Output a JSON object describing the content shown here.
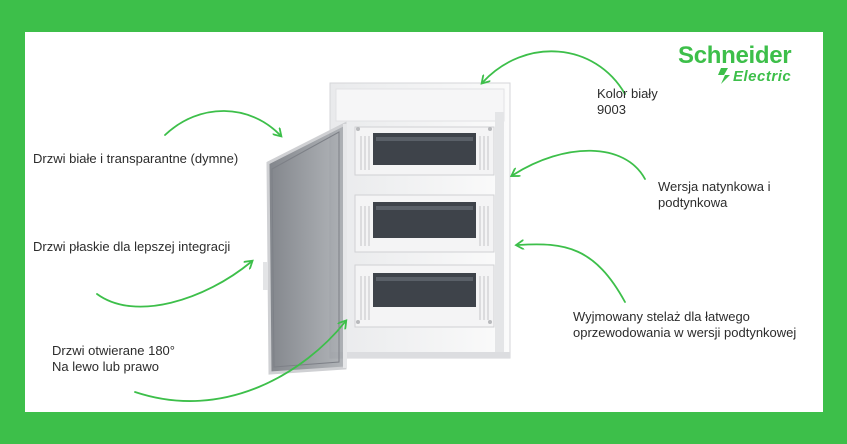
{
  "brand": {
    "name": "Schneider",
    "sub": "Electric",
    "color": "#3dbf4a"
  },
  "colors": {
    "frame": "#3dbf4a",
    "arrow": "#3dbf4a",
    "door_tint": "#8a8d93"
  },
  "labels": {
    "color": [
      "Kolor biały",
      "9003"
    ],
    "doors_types": [
      "Drzwi białe i transparantne (dymne)"
    ],
    "doors_flat": [
      "Drzwi płaskie dla lepszej integracji"
    ],
    "mounting": [
      "Wersja natynkowa i",
      "podtynkowa"
    ],
    "frame": [
      "Wyjmowany stelaż dla łatwego",
      "oprzewodowania w wersji podtynkowej"
    ],
    "opening": [
      "Drzwi otwierane 180°",
      "Na lewo lub prawo"
    ]
  }
}
